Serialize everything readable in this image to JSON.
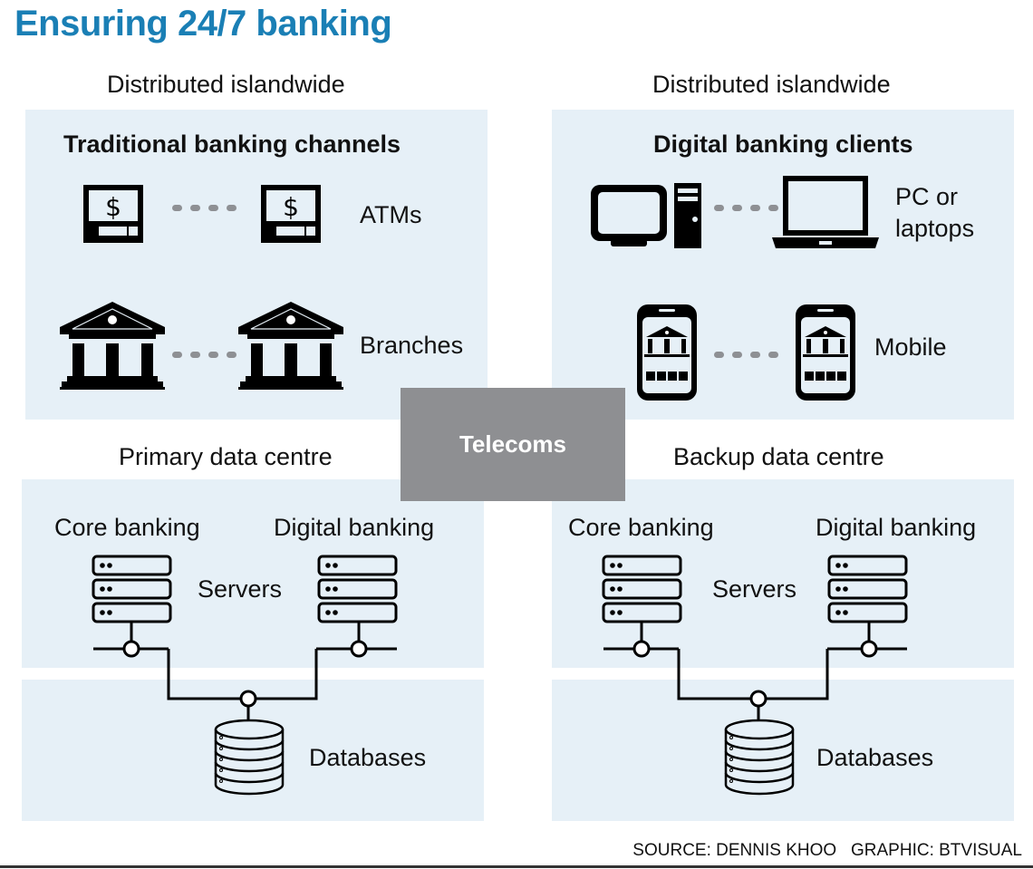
{
  "title": "Ensuring 24/7 banking",
  "top_left": {
    "section_label": "Distributed islandwide",
    "panel_title": "Traditional banking channels",
    "rows": [
      {
        "label": "ATMs",
        "icon": "atm-icon"
      },
      {
        "label": "Branches",
        "icon": "bank-branch-icon"
      }
    ]
  },
  "top_right": {
    "section_label": "Distributed islandwide",
    "panel_title": "Digital banking clients",
    "rows": [
      {
        "label_line1": "PC or",
        "label_line2": "laptops",
        "icon": "desktop-laptop-icon"
      },
      {
        "label": "Mobile",
        "icon": "mobile-bank-icon"
      }
    ]
  },
  "center": {
    "label": "Telecoms"
  },
  "bottom_left": {
    "section_label": "Primary data centre",
    "left_server_label": "Core banking",
    "right_server_label": "Digital banking",
    "servers_label": "Servers",
    "databases_label": "Databases"
  },
  "bottom_right": {
    "section_label": "Backup data centre",
    "left_server_label": "Core banking",
    "right_server_label": "Digital banking",
    "servers_label": "Servers",
    "databases_label": "Databases"
  },
  "footer": {
    "text": "SOURCE: DENNIS KHOO   GRAPHIC: BTVISUAL"
  },
  "colors": {
    "title": "#1a7fb5",
    "panel": "#e6f0f7",
    "telecoms": "#8e8f92",
    "dots": "#8e9094"
  }
}
